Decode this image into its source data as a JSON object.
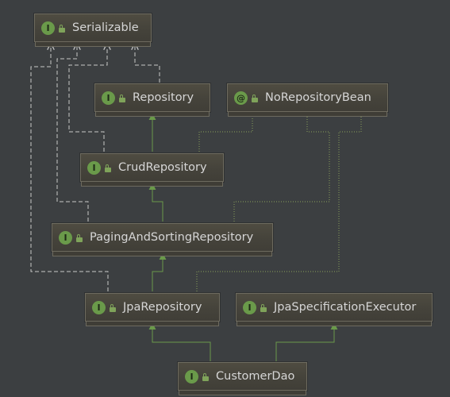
{
  "diagram": {
    "nodes": {
      "serializable": {
        "label": "Serializable",
        "badge": "I"
      },
      "repository": {
        "label": "Repository",
        "badge": "I"
      },
      "norepositorybean": {
        "label": "NoRepositoryBean",
        "badge": "@"
      },
      "crudrepository": {
        "label": "CrudRepository",
        "badge": "I"
      },
      "pagingandsortingrepository": {
        "label": "PagingAndSortingRepository",
        "badge": "I"
      },
      "jparepository": {
        "label": "JpaRepository",
        "badge": "I"
      },
      "jpaspecificationexecutor": {
        "label": "JpaSpecificationExecutor",
        "badge": "I"
      },
      "customerdao": {
        "label": "CustomerDao",
        "badge": "I"
      }
    },
    "colors": {
      "background": "#3c3f41",
      "extends_edge": "#6a9a4a",
      "implements_edge": "#c8c8c8",
      "annotation_edge": "#8aa05a",
      "badge": "#6a9a4a"
    }
  }
}
